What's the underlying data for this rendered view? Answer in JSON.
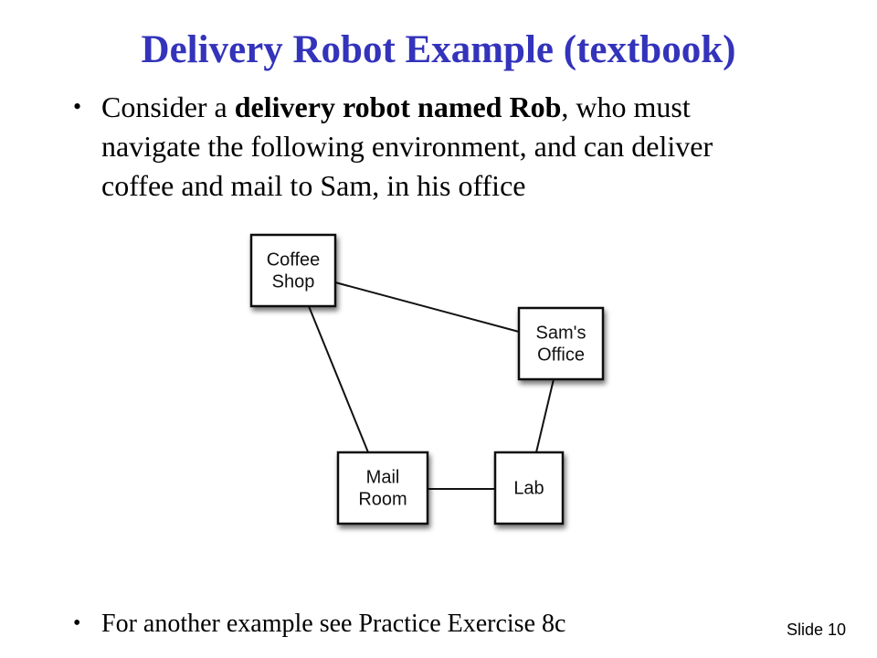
{
  "slide": {
    "title": "Delivery Robot Example (textbook)",
    "title_color": "#3333bb",
    "slide_number": "Slide 10"
  },
  "bullets": [
    {
      "marker": "•",
      "lines": [
        {
          "segments": [
            {
              "text": "Consider a ",
              "bold": false
            },
            {
              "text": "delivery robot named Rob",
              "bold": true
            },
            {
              "text": ", who must",
              "bold": false
            }
          ]
        },
        {
          "segments": [
            {
              "text": "navigate the following environment, and can deliver",
              "bold": false
            }
          ]
        },
        {
          "segments": [
            {
              "text": "coffee and mail to Sam, in his office",
              "bold": false
            }
          ]
        }
      ]
    },
    {
      "marker": "•",
      "text": "For another example see Practice Exercise 8c"
    }
  ],
  "diagram": {
    "nodes": [
      {
        "id": "coffee-shop",
        "lines": [
          "Coffee",
          "Shop"
        ]
      },
      {
        "id": "sams-office",
        "lines": [
          "Sam's",
          "Office"
        ]
      },
      {
        "id": "mail-room",
        "lines": [
          "Mail",
          "Room"
        ]
      },
      {
        "id": "lab",
        "lines": [
          "Lab"
        ]
      }
    ],
    "edges": [
      {
        "from": "coffee-shop",
        "to": "sams-office"
      },
      {
        "from": "coffee-shop",
        "to": "mail-room"
      },
      {
        "from": "sams-office",
        "to": "lab"
      },
      {
        "from": "mail-room",
        "to": "lab"
      }
    ]
  }
}
